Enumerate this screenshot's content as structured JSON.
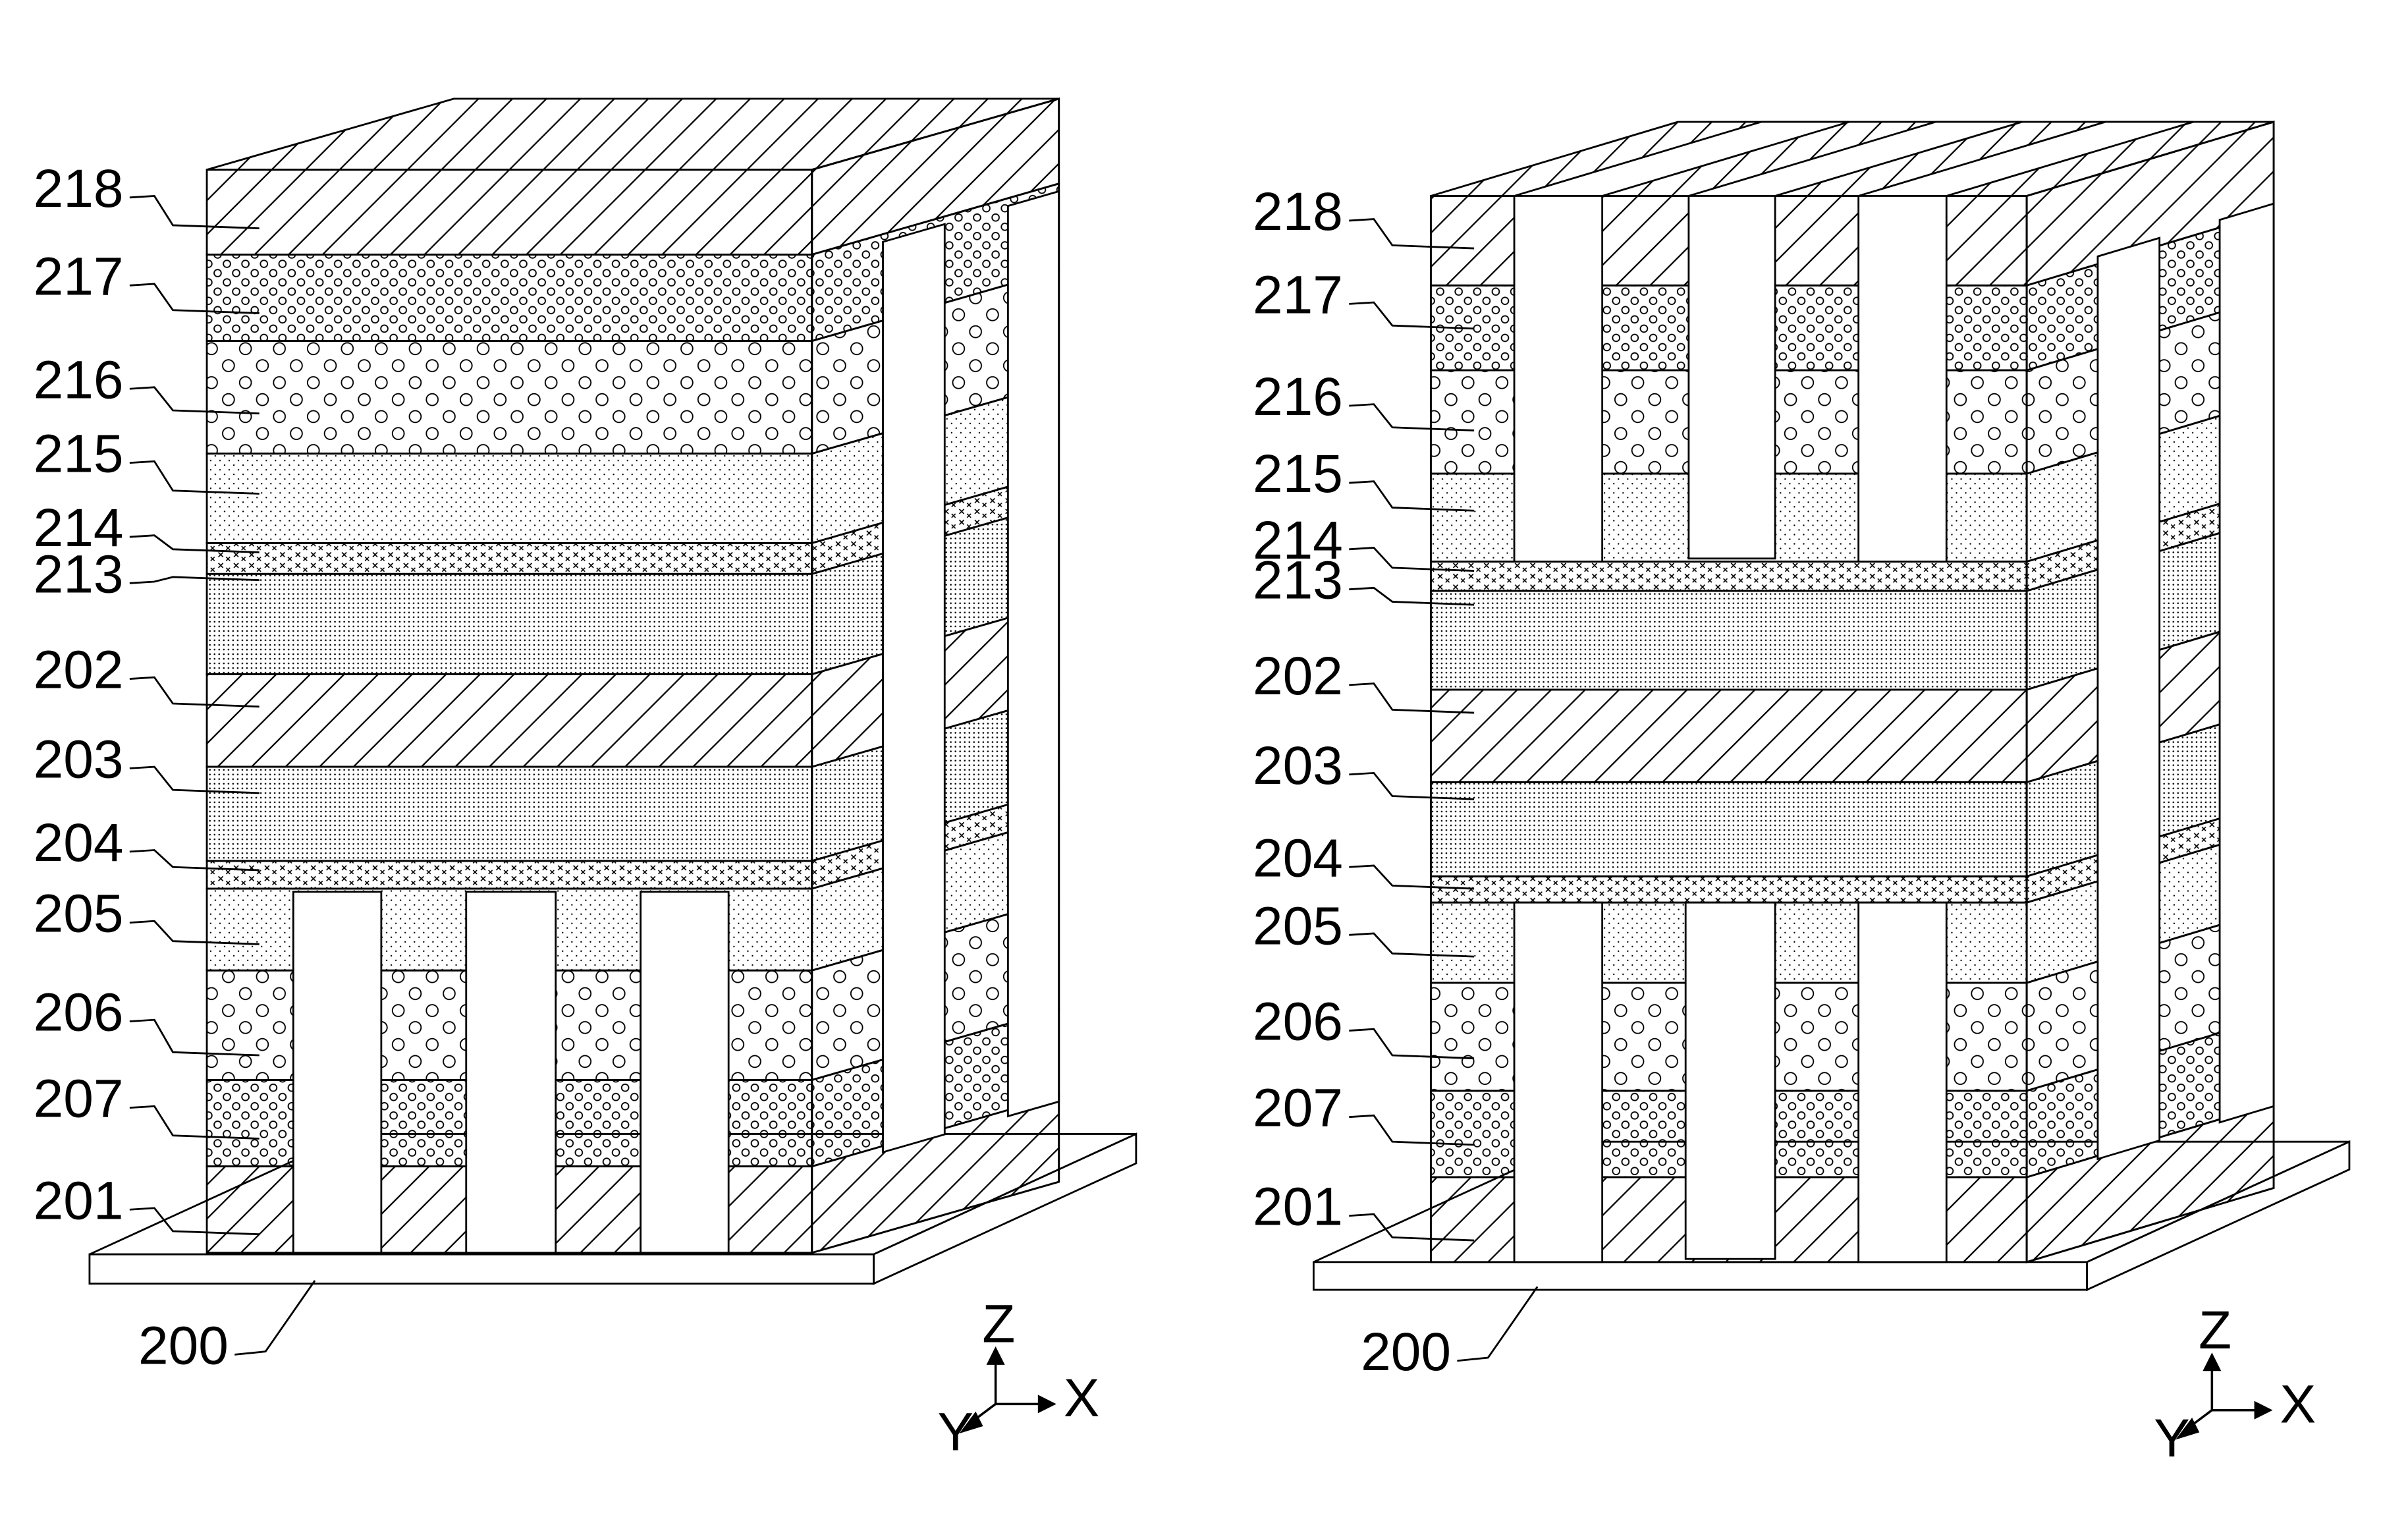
{
  "figures": [
    {
      "id": "left",
      "substrate": "200",
      "labels": [
        "218",
        "217",
        "216",
        "215",
        "214",
        "213",
        "202",
        "203",
        "204",
        "205",
        "206",
        "207",
        "201"
      ],
      "axes": {
        "z": "Z",
        "x": "X",
        "y": "Y"
      }
    },
    {
      "id": "right",
      "substrate": "200",
      "labels": [
        "218",
        "217",
        "216",
        "215",
        "214",
        "213",
        "202",
        "203",
        "204",
        "205",
        "206",
        "207",
        "201"
      ],
      "axes": {
        "z": "Z",
        "x": "X",
        "y": "Y"
      }
    }
  ],
  "patterns": {
    "218": "diagonal-hatch",
    "217": "small-circles",
    "216": "large-circles",
    "215": "sparse-dots",
    "214": "crosses",
    "213": "dense-dots",
    "202": "diagonal-hatch",
    "203": "dense-dots",
    "204": "crosses",
    "205": "sparse-dots",
    "206": "large-circles",
    "207": "small-circles",
    "201": "diagonal-hatch",
    "200": "blank"
  }
}
